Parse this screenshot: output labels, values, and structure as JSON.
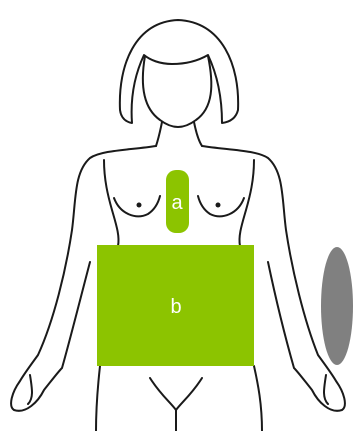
{
  "figure": {
    "zones": [
      {
        "id": "a",
        "label": "a",
        "shape": "rounded-rectangle",
        "color": "#8cc400"
      },
      {
        "id": "b",
        "label": "b",
        "shape": "rectangle",
        "color": "#8cc400"
      }
    ],
    "device": {
      "shape": "ellipse",
      "color": "#808080"
    },
    "outline_color": "#1a1a1a"
  }
}
